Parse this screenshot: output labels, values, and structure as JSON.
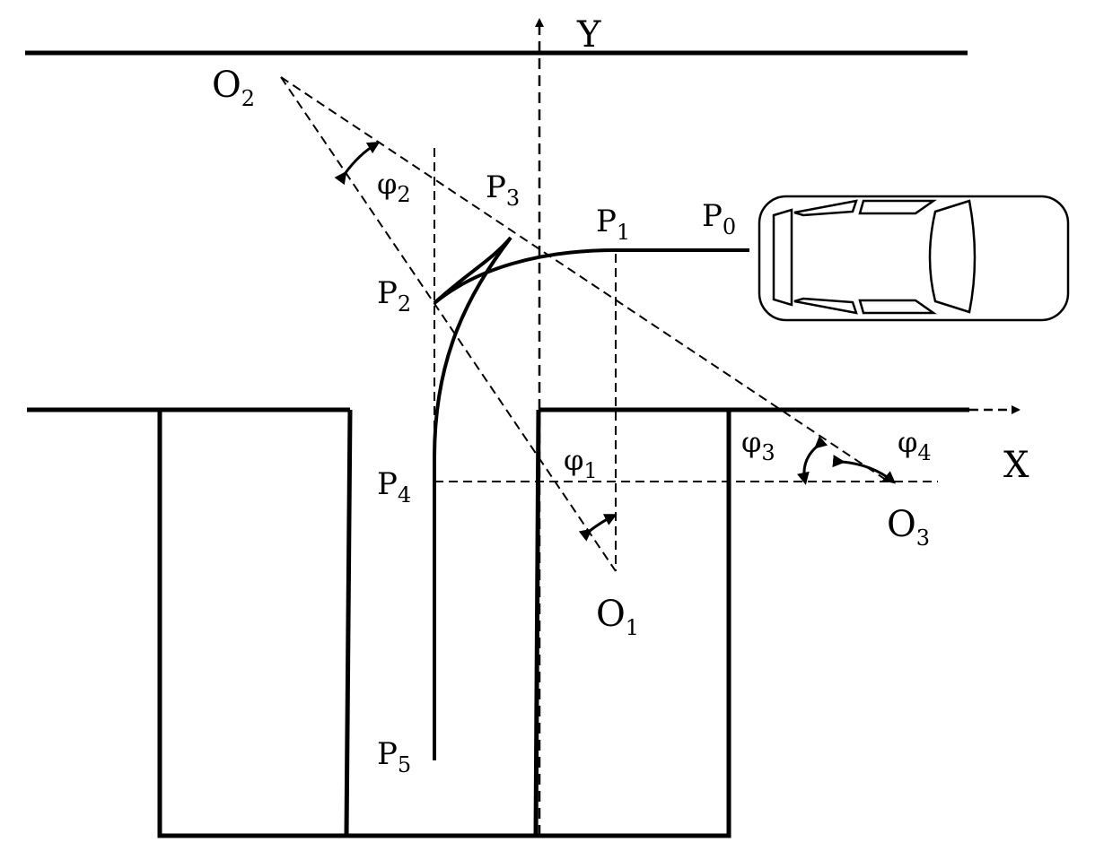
{
  "axes": {
    "x_label": "X",
    "y_label": "Y"
  },
  "points": [
    {
      "id": "p0",
      "base": "P",
      "sub": "0"
    },
    {
      "id": "p1",
      "base": "P",
      "sub": "1"
    },
    {
      "id": "p2",
      "base": "P",
      "sub": "2"
    },
    {
      "id": "p3",
      "base": "P",
      "sub": "3"
    },
    {
      "id": "p4",
      "base": "P",
      "sub": "4"
    },
    {
      "id": "p5",
      "base": "P",
      "sub": "5"
    }
  ],
  "centers": [
    {
      "id": "o1",
      "base": "O",
      "sub": "1"
    },
    {
      "id": "o2",
      "base": "O",
      "sub": "2"
    },
    {
      "id": "o3",
      "base": "O",
      "sub": "3"
    }
  ],
  "angles": [
    {
      "id": "phi1",
      "base": "φ",
      "sub": "1"
    },
    {
      "id": "phi2",
      "base": "φ",
      "sub": "2"
    },
    {
      "id": "phi3",
      "base": "φ",
      "sub": "3"
    },
    {
      "id": "phi4",
      "base": "φ",
      "sub": "4"
    }
  ],
  "colors": {
    "ink": "#000000",
    "background": "#ffffff"
  }
}
